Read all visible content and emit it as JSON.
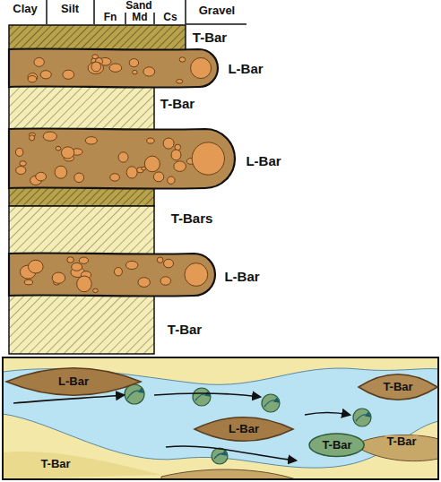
{
  "diagram": {
    "nodes": [
      {
        "text": [
          "L-Bar"
        ]
      },
      {
        "text": [
          "T-Bar"
        ]
      },
      {
        "text": [
          "L-Bar"
        ]
      },
      {
        "text": [
          "T-Bar"
        ]
      }
    ],
    "labels": [
      "Clay",
      "Silt",
      "Sand",
      "Fn",
      "Md",
      "Cs",
      "Gravel",
      "T-Bar",
      "L-Bar",
      "T-Bar",
      "L-Bar",
      "T-Bars",
      "L-Bar",
      "T-Bar",
      "T-Bar",
      "T-Bar"
    ]
  }
}
